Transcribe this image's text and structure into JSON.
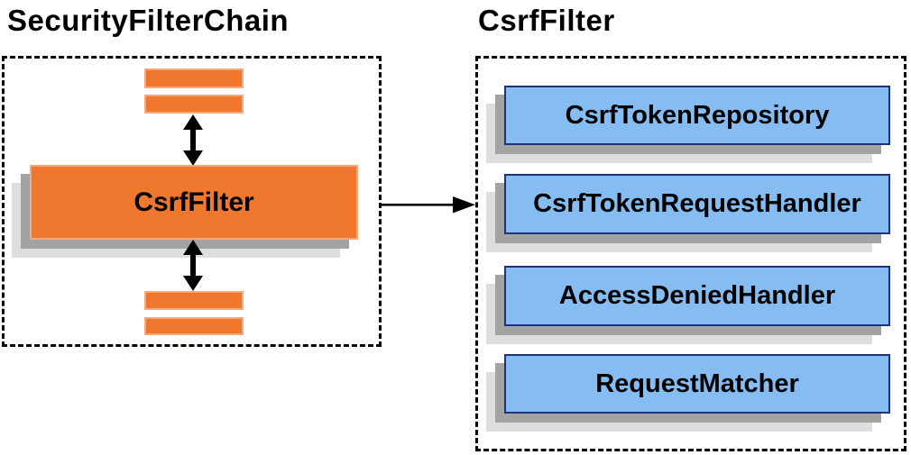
{
  "colors": {
    "orange": "#f0772e",
    "orange_border": "#f8a87c",
    "blue": "#85bdf2",
    "blue_border": "#1c337d",
    "shadow_dark": "#a3a3a3",
    "shadow_light": "#dedede",
    "ink": "#000000"
  },
  "left_panel": {
    "title": "SecurityFilterChain",
    "filter_box_label": "CsrfFilter"
  },
  "right_panel": {
    "title": "CsrfFilter",
    "components": [
      {
        "label": "CsrfTokenRepository"
      },
      {
        "label": "CsrfTokenRequestHandler"
      },
      {
        "label": "AccessDeniedHandler"
      },
      {
        "label": "RequestMatcher"
      }
    ]
  }
}
